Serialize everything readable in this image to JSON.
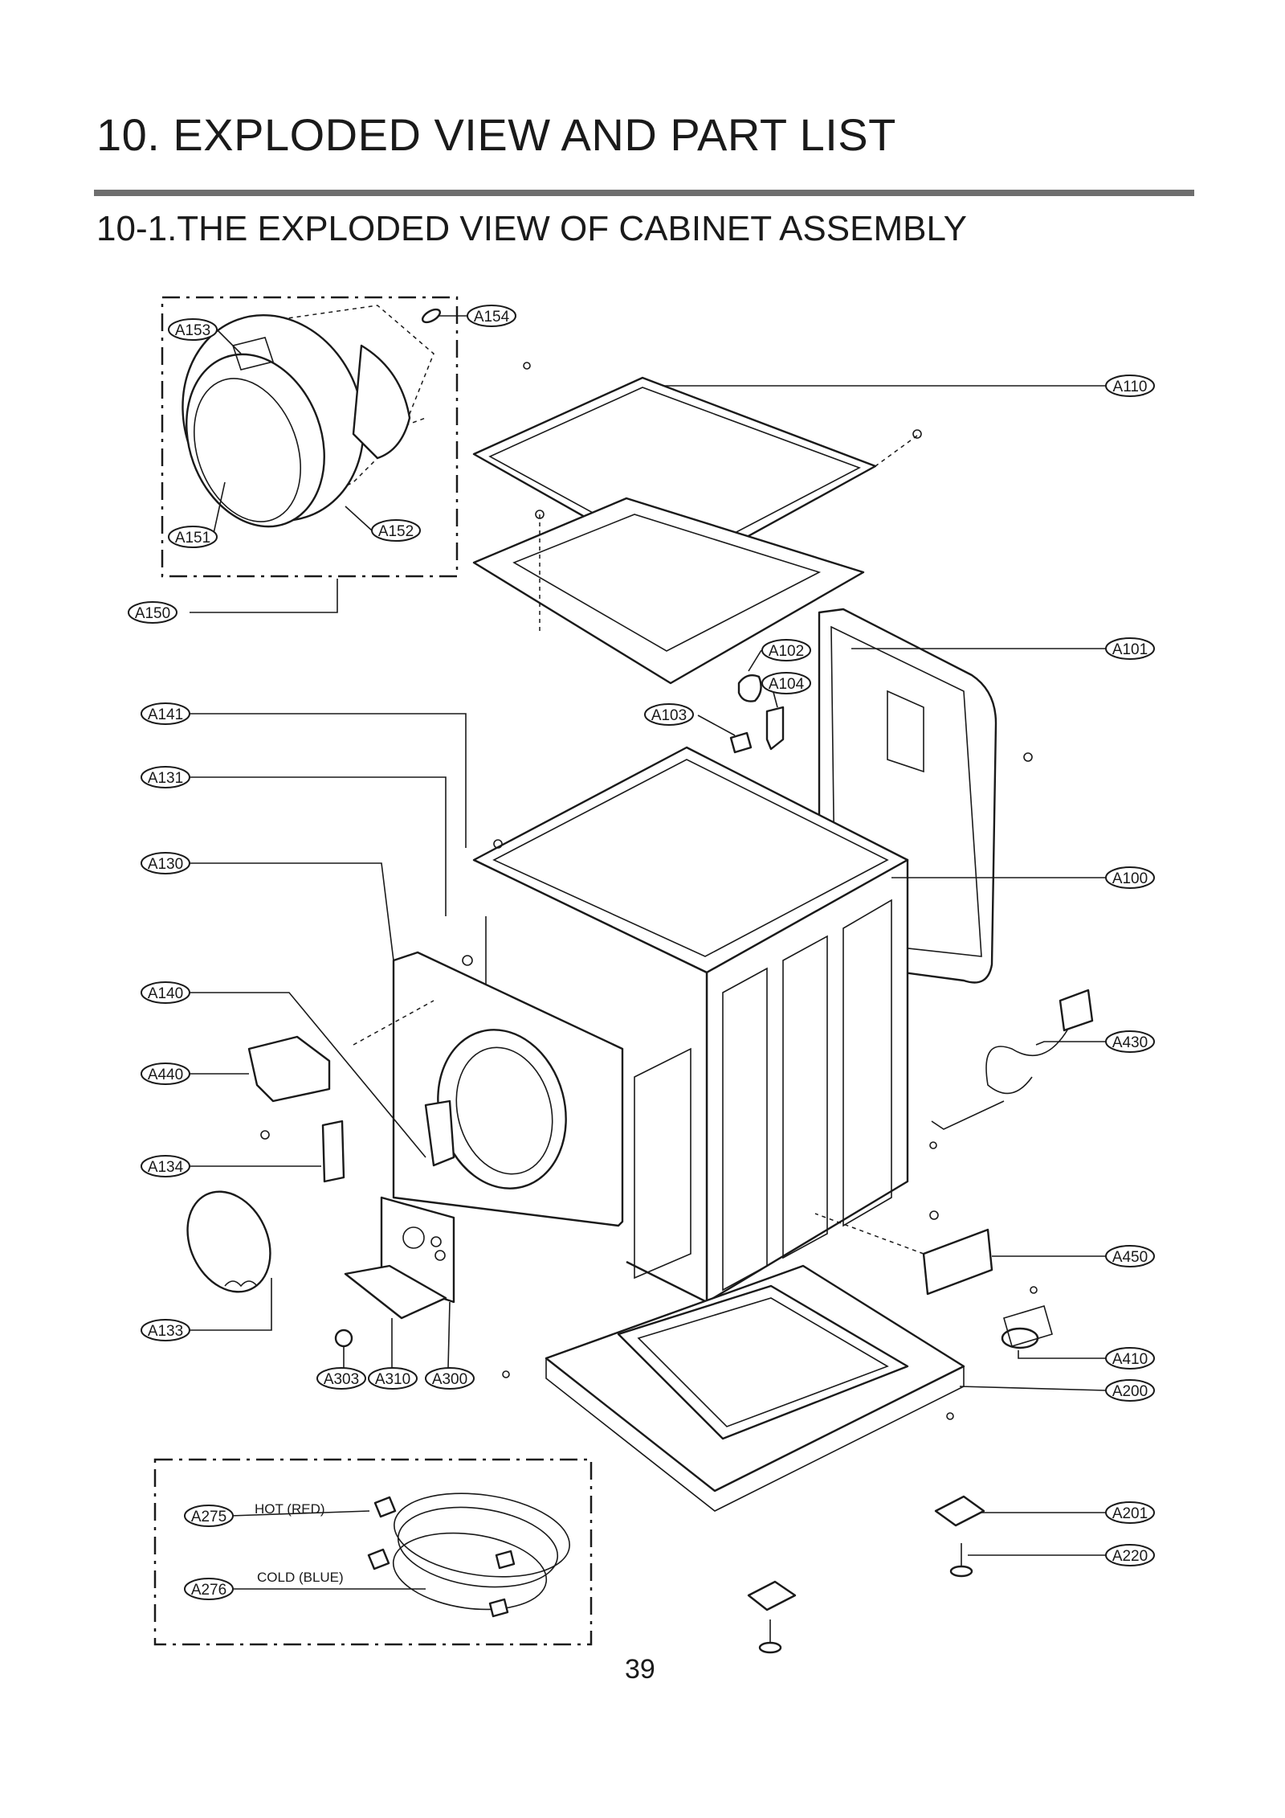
{
  "header": {
    "title": "10. EXPLODED VIEW AND PART LIST",
    "subtitle": "10-1.THE EXPLODED VIEW OF CABINET ASSEMBLY"
  },
  "callouts": {
    "A153": "A153",
    "A154": "A154",
    "A151": "A151",
    "A152": "A152",
    "A150": "A150",
    "A110": "A110",
    "A101": "A101",
    "A102": "A102",
    "A104": "A104",
    "A103": "A103",
    "A141": "A141",
    "A131": "A131",
    "A130": "A130",
    "A100": "A100",
    "A140": "A140",
    "A430": "A430",
    "A440": "A440",
    "A134": "A134",
    "A450": "A450",
    "A133": "A133",
    "A410": "A410",
    "A303": "A303",
    "A310": "A310",
    "A300": "A300",
    "A200": "A200",
    "A275": "A275",
    "A276": "A276",
    "A201": "A201",
    "A220": "A220"
  },
  "hose_labels": {
    "hot": "HOT (RED)",
    "cold": "COLD (BLUE)"
  },
  "page_number": "39"
}
